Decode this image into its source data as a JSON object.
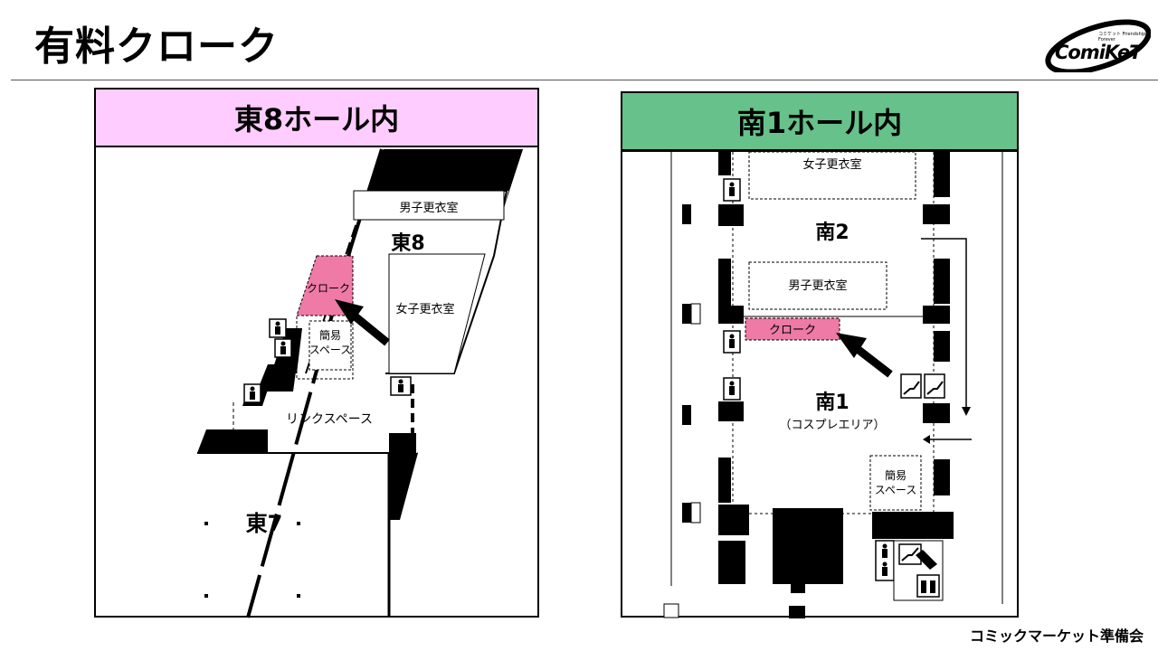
{
  "page": {
    "title": "有料クローク",
    "organization": "コミックマーケット準備会"
  },
  "logo": {
    "name": "ComiKeT",
    "subtitle": "コミケット Friendship Forever"
  },
  "east_hall": {
    "header": "東8ホール内",
    "labels": {
      "hall_east8": "東8",
      "hall_east7": "東7",
      "mens_changing_room": "男子更衣室",
      "womens_changing_room": "女子更衣室",
      "cloakroom": "クローク",
      "simple_space": "簡易\nスペース",
      "link_space": "リンクスペース"
    }
  },
  "south_hall": {
    "header": "南1ホール内",
    "labels": {
      "womens_changing_room": "女子更衣室",
      "hall_south2": "南2",
      "mens_changing_room": "男子更衣室",
      "cloakroom": "クローク",
      "hall_south1": "南1",
      "cosplay_area": "（コスプレエリア）",
      "simple_space": "簡易\nスペース"
    }
  },
  "colors": {
    "cloak_highlight": "#ee7aa5",
    "east_header": "#ffccff",
    "south_header": "#66c28a"
  },
  "icons": [
    "toilet-icon",
    "escalator-icon",
    "elevator-icon",
    "arrow-icon"
  ]
}
